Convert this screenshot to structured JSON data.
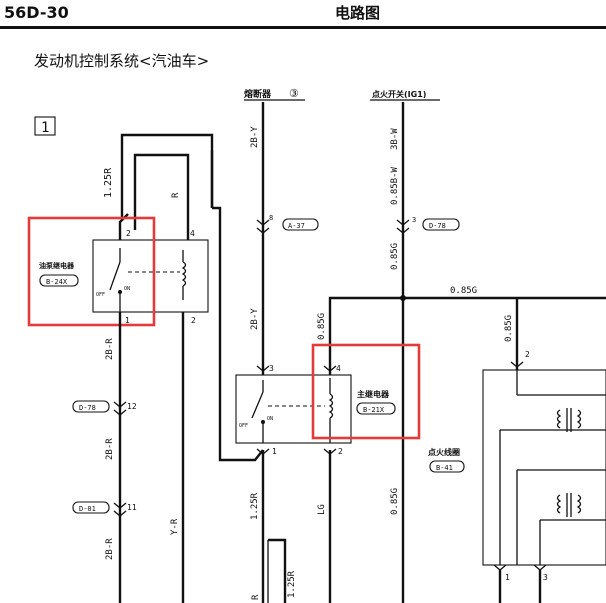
{
  "header": {
    "code": "56D-30",
    "title": "电路图"
  },
  "subtitle": "发动机控制系统<汽油车>",
  "diagram": {
    "sheet_number": "1",
    "fuse_label": "熔断器",
    "fuse_number": "③",
    "ignition_switch_label": "点火开关(IG1)",
    "wires": {
      "w_1_25R": "1.25R",
      "w_R": "R",
      "w_2B_Y_top": "2B-Y",
      "w_2B_Y_mid": "2B-Y",
      "w_3B_W": "3B-W",
      "w_0_85B_W": "0.85B-W",
      "w_0_85G_a": "0.85G",
      "w_0_85G_h": "0.85G",
      "w_0_85G_c": "0.85G",
      "w_0_85G_d": "0.85G",
      "w_0_85G_right": "0.85G",
      "w_2B_R_a": "2B-R",
      "w_2B_R_b": "2B-R",
      "w_2B_R_c": "2B-R",
      "w_Y_R": "Y-R",
      "w_1_25R_b": "1.25R",
      "w_1_25R_c": "1.25R",
      "w_LG": "LG",
      "w_R_bottom": "R"
    },
    "connectors": {
      "a37": "A-37",
      "d78_top": "D-78",
      "d78_left": "D-78",
      "d01": "D-01"
    },
    "pins": {
      "a37_pin": "8",
      "d78_top_pin": "3",
      "d78_left_pin": "12",
      "d01_pin": "11",
      "pump_2": "2",
      "pump_4": "4",
      "pump_1": "1",
      "pump_2b": "2",
      "main_3": "3",
      "main_4": "4",
      "main_1": "1",
      "main_2": "2",
      "coil_2": "2",
      "coil_1": "1",
      "coil_3": "3"
    },
    "fuel_pump_relay": {
      "label": "油泵继电器",
      "connector": "B-24X",
      "off": "OFF",
      "on": "ON"
    },
    "main_relay": {
      "label": "主继电器",
      "connector": "B-21X",
      "off": "OFF",
      "on": "ON"
    },
    "ignition_coil": {
      "label": "点火线圈",
      "connector": "B-41"
    },
    "colors": {
      "highlight": "#e23b3b",
      "line": "#111111"
    }
  }
}
